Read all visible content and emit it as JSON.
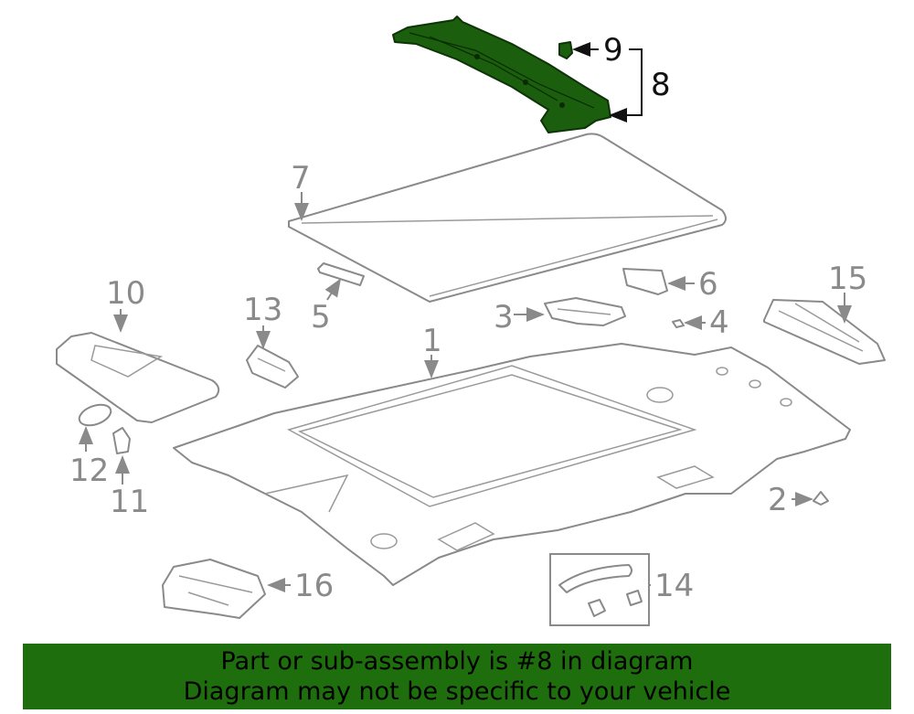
{
  "callouts": {
    "c1": "1",
    "c2": "2",
    "c3": "3",
    "c4": "4",
    "c5": "5",
    "c6": "6",
    "c7": "7",
    "c8": "8",
    "c9": "9",
    "c10": "10",
    "c11": "11",
    "c12": "12",
    "c13": "13",
    "c14": "14",
    "c15": "15",
    "c16": "16"
  },
  "highlight": {
    "part_number": "8",
    "color": "#1e6e0e"
  },
  "banner": {
    "line1": "Part or sub-assembly is #8 in diagram",
    "line2": "Diagram may not be specific to your vehicle"
  },
  "colors": {
    "line": "#8a8a8a",
    "banner": "#1e6e0e",
    "highlight": "#1b5e0e"
  }
}
